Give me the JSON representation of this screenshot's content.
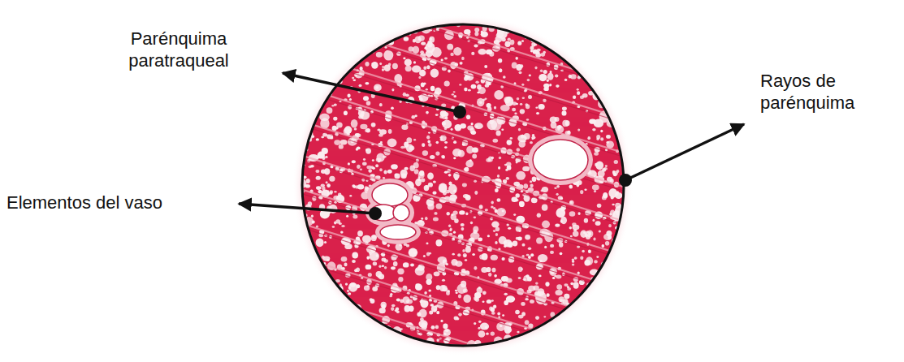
{
  "diagram": {
    "labels": [
      "Parénquima paratraqueal",
      "Rayos de parénquima",
      "Elementos del vaso"
    ]
  }
}
